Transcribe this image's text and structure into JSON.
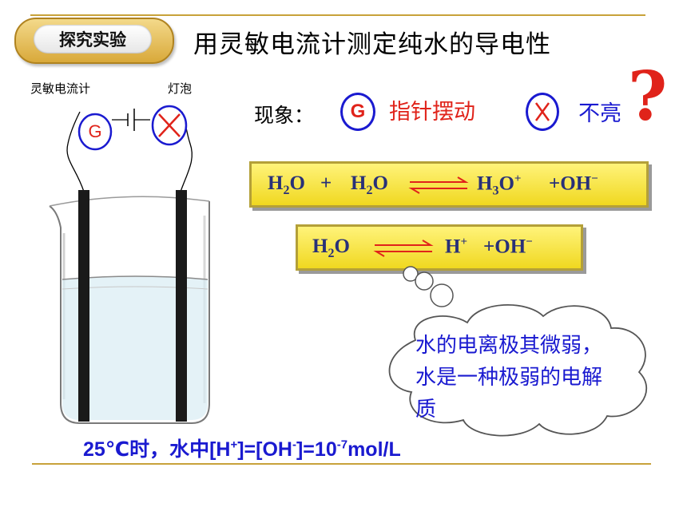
{
  "badge": {
    "label": "探究实验"
  },
  "title": "用灵敏电流计测定纯水的导电性",
  "diagram": {
    "galvanometer_label": "灵敏电流计",
    "bulb_label": "灯泡",
    "g_symbol": "G"
  },
  "phenomenon": {
    "label": "现象：",
    "g_symbol": "G",
    "pointer_text": "指针摆动",
    "not_lit_text": "不亮",
    "question_mark": "?"
  },
  "equations": {
    "eq1": {
      "h2o_a": "H",
      "sub_a": "2",
      "o_a": "O",
      "plus": "+",
      "h2o_b": "H",
      "sub_b": "2",
      "o_b": "O",
      "h3": "H",
      "sub_3": "3",
      "o_3": "O",
      "sup_plus": "+",
      "oh": "+OH",
      "sup_minus": "−"
    },
    "eq2": {
      "h": "H",
      "sub": "2",
      "o": "O",
      "hplus": "H",
      "sup_plus": "+",
      "oh": "+OH",
      "sup_minus": "−"
    }
  },
  "cloud": {
    "text": "水的电离极其微弱，水是一种极弱的电解质"
  },
  "bottom": {
    "t1": "25",
    "t2": "℃时，水中[H",
    "sup1": "+",
    "t3": "]=[OH",
    "sup2": "-",
    "t4": "]=10",
    "sup3": "-7",
    "t5": "mol/L"
  },
  "colors": {
    "accent_gold": "#c8a23a",
    "blue": "#1a1ad0",
    "red": "#e0231a",
    "eq_yellow": "#f0d820",
    "eq_text": "#283078"
  }
}
